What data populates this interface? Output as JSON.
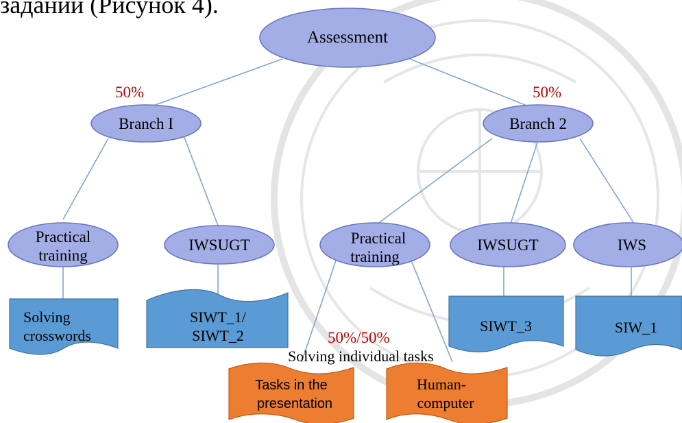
{
  "caption_fragment": "заданий (Рисунок 4).",
  "root": {
    "label": "Assessment"
  },
  "branch1": {
    "label": "Branch I",
    "percent": "50%",
    "children": [
      {
        "label_line1": "Practical",
        "label_line2": "training",
        "task_line1": "Solving",
        "task_line2": "crosswords"
      },
      {
        "label": "IWSUGT",
        "task_line1": "SIWT_1/",
        "task_line2": "SIWT_2"
      }
    ]
  },
  "branch2": {
    "label": "Branch 2",
    "percent": "50%",
    "children": [
      {
        "label_line1": "Practical",
        "label_line2": "training",
        "split_percent": "50%/50%",
        "subtitle": "Solving individual tasks",
        "tasks": [
          {
            "line1": "Tasks in the",
            "line2": "presentation"
          },
          {
            "line1": "Human-",
            "line2": "computer"
          }
        ]
      },
      {
        "label": "IWSUGT",
        "task": "SIWT_3"
      },
      {
        "label": "IWS",
        "task": "SIW_1"
      }
    ]
  },
  "colors": {
    "ellipse_fill": "#a3aee6",
    "ellipse_stroke": "#6876c4",
    "edge": "#7ea6d6",
    "doc_blue": "#5b9bd5",
    "doc_orange": "#ed7d31",
    "percent_text": "#c00000"
  }
}
